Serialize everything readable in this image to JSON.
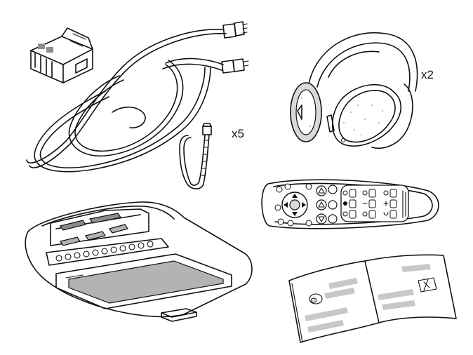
{
  "labels": {
    "headphones_qty": "x2",
    "cable_ties_qty": "x5"
  },
  "colors": {
    "line": "#111111",
    "shade_light": "#d9d9d9",
    "shade_mid": "#b3b3b3",
    "shade_dark": "#8c8c8c",
    "background": "#ffffff"
  },
  "items": [
    "terminal-connector",
    "wire-harness",
    "headphones",
    "cable-tie",
    "remote-control",
    "overhead-monitor",
    "manual"
  ]
}
